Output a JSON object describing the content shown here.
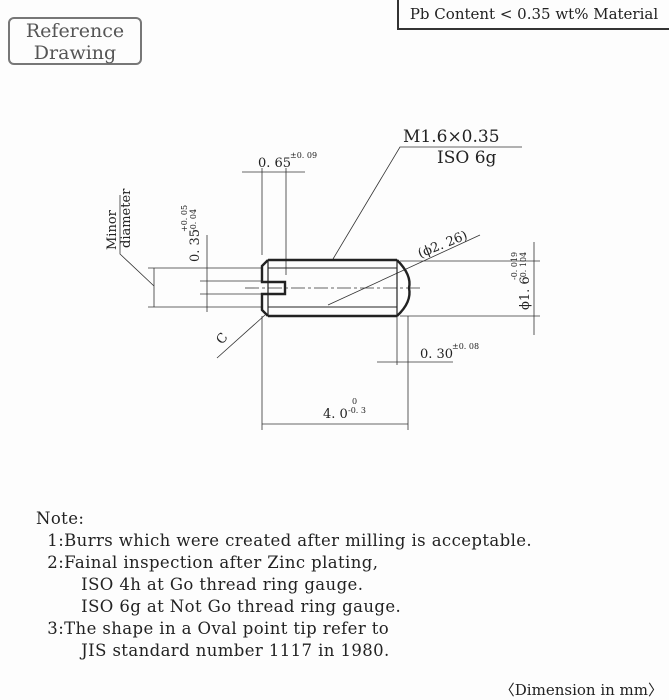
{
  "header": {
    "reference_stamp": [
      "Reference",
      "Drawing"
    ],
    "material": "Pb Content < 0.35 wt% Material"
  },
  "drawing": {
    "thread_spec": "M1.6×0.35",
    "thread_class": "ISO 6g",
    "slot_width": "0. 65",
    "slot_width_tol": "±0. 09",
    "slot_depth": "0. 35",
    "slot_depth_tol_upper": "+0. 05",
    "slot_depth_tol_lower": "-0. 04",
    "minor_label": [
      "Minor",
      "diameter"
    ],
    "ref_diameter": "(ϕ2. 26)",
    "major_diameter": "ϕ1. 6",
    "major_diameter_tol_upper": "-0. 019",
    "major_diameter_tol_lower": "-0. 104",
    "chamfer": "C",
    "point_length": "0. 30",
    "point_length_tol": "±0. 08",
    "length": "4. 0",
    "length_tol_upper": "0",
    "length_tol_lower": "-0. 3"
  },
  "notes": {
    "title": "Note:",
    "lines": [
      "  1:Burrs which were created after milling is acceptable.",
      "  2:Fainal inspection after Zinc plating,",
      "        ISO 4h at Go thread ring gauge.",
      "        ISO 6g at Not Go thread ring gauge.",
      "  3:The shape in a Oval point tip refer to",
      "        JIS standard number 1117 in 1980."
    ]
  },
  "footer": {
    "units": "〈Dimension in mm〉"
  }
}
